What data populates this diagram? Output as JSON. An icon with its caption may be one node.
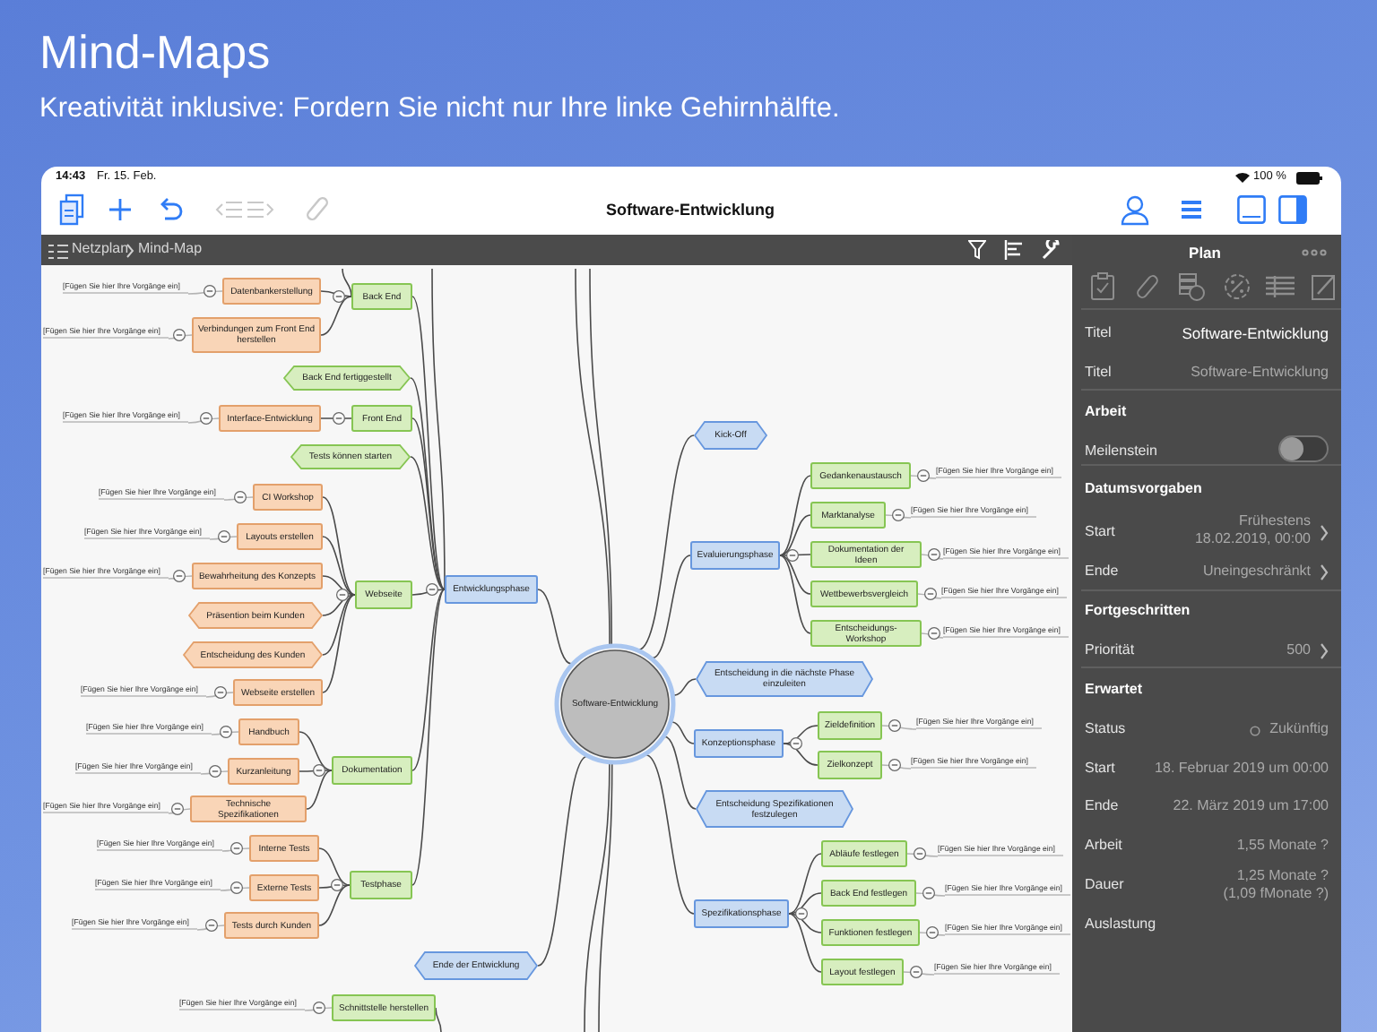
{
  "diagram": {
    "title": "Mind-Maps",
    "nodes": [
      {
        "text": [
          "Software-Entwicklung"
        ]
      },
      {
        "text": [
          "Entwicklungsphase"
        ]
      },
      {
        "text": [
          "Back End"
        ]
      },
      {
        "text": [
          "Datenbankerstellung"
        ]
      },
      {
        "text": [
          "[Fügen Sie hier Ihre Vorgänge ein]"
        ]
      },
      {
        "text": [
          "Verbindungen zum Front End herstellen"
        ]
      },
      {
        "text": [
          "[Fügen Sie hier Ihre Vorgänge ein]"
        ]
      },
      {
        "text": [
          "Back End fertiggestellt"
        ]
      },
      {
        "text": [
          "Front End"
        ]
      },
      {
        "text": [
          "Interface-Entwicklung"
        ]
      },
      {
        "text": [
          "[Fügen Sie hier Ihre Vorgänge ein]"
        ]
      },
      {
        "text": [
          "Tests können starten"
        ]
      },
      {
        "text": [
          "Webseite"
        ]
      },
      {
        "text": [
          "CI Workshop"
        ]
      },
      {
        "text": [
          "[Fügen Sie hier Ihre Vorgänge ein]"
        ]
      },
      {
        "text": [
          "Layouts erstellen"
        ]
      },
      {
        "text": [
          "[Fügen Sie hier Ihre Vorgänge ein]"
        ]
      },
      {
        "text": [
          "Bewahrheitung des Konzepts"
        ]
      },
      {
        "text": [
          "[Fügen Sie hier Ihre Vorgänge ein]"
        ]
      },
      {
        "text": [
          "Präsention beim Kunden"
        ]
      },
      {
        "text": [
          "Entscheidung des Kunden"
        ]
      },
      {
        "text": [
          "Webseite erstellen"
        ]
      },
      {
        "text": [
          "[Fügen Sie hier Ihre Vorgänge ein]"
        ]
      },
      {
        "text": [
          "Dokumentation"
        ]
      },
      {
        "text": [
          "Handbuch"
        ]
      },
      {
        "text": [
          "[Fügen Sie hier Ihre Vorgänge ein]"
        ]
      },
      {
        "text": [
          "Kurzanleitung"
        ]
      },
      {
        "text": [
          "[Fügen Sie hier Ihre Vorgänge ein]"
        ]
      },
      {
        "text": [
          "Technische Spezifikationen"
        ]
      },
      {
        "text": [
          "[Fügen Sie hier Ihre Vorgänge ein]"
        ]
      },
      {
        "text": [
          "Testphase"
        ]
      },
      {
        "text": [
          "Interne Tests"
        ]
      },
      {
        "text": [
          "[Fügen Sie hier Ihre Vorgänge ein]"
        ]
      },
      {
        "text": [
          "Externe Tests"
        ]
      },
      {
        "text": [
          "[Fügen Sie hier Ihre Vorgänge ein]"
        ]
      },
      {
        "text": [
          "Tests durch Kunden"
        ]
      },
      {
        "text": [
          "[Fügen Sie hier Ihre Vorgänge ein]"
        ]
      },
      {
        "text": [
          "Ende der Entwicklung"
        ]
      },
      {
        "text": [
          "Schnittstelle herstellen"
        ]
      },
      {
        "text": [
          "[Fügen Sie hier Ihre Vorgänge ein]"
        ]
      },
      {
        "text": [
          "Kick-Off"
        ]
      },
      {
        "text": [
          "Evaluierungsphase"
        ]
      },
      {
        "text": [
          "Gedankenaustausch"
        ]
      },
      {
        "text": [
          "[Fügen Sie hier Ihre Vorgänge ein]"
        ]
      },
      {
        "text": [
          "Marktanalyse"
        ]
      },
      {
        "text": [
          "[Fügen Sie hier Ihre Vorgänge ein]"
        ]
      },
      {
        "text": [
          "Dokumentation der Ideen"
        ]
      },
      {
        "text": [
          "[Fügen Sie hier Ihre Vorgänge ein]"
        ]
      },
      {
        "text": [
          "Wettbewerbsvergleich"
        ]
      },
      {
        "text": [
          "[Fügen Sie hier Ihre Vorgänge ein]"
        ]
      },
      {
        "text": [
          "Entscheidungs-Workshop"
        ]
      },
      {
        "text": [
          "[Fügen Sie hier Ihre Vorgänge ein]"
        ]
      },
      {
        "text": [
          "Entscheidung in die nächste Phase einzuleiten"
        ]
      },
      {
        "text": [
          "Konzeptionsphase"
        ]
      },
      {
        "text": [
          "Zieldefinition"
        ]
      },
      {
        "text": [
          "[Fügen Sie hier Ihre Vorgänge ein]"
        ]
      },
      {
        "text": [
          "Zielkonzept"
        ]
      },
      {
        "text": [
          "[Fügen Sie hier Ihre Vorgänge ein]"
        ]
      },
      {
        "text": [
          "Entscheidung Spezifikationen festzulegen"
        ]
      },
      {
        "text": [
          "Spezifikationsphase"
        ]
      },
      {
        "text": [
          "Abläufe festlegen"
        ]
      },
      {
        "text": [
          "[Fügen Sie hier Ihre Vorgänge ein]"
        ]
      },
      {
        "text": [
          "Back End festlegen"
        ]
      },
      {
        "text": [
          "[Fügen Sie hier Ihre Vorgänge ein]"
        ]
      },
      {
        "text": [
          "Funktionen festlegen"
        ]
      },
      {
        "text": [
          "[Fügen Sie hier Ihre Vorgänge ein]"
        ]
      },
      {
        "text": [
          "Layout festlegen"
        ]
      },
      {
        "text": [
          "[Fügen Sie hier Ihre Vorgänge ein]"
        ]
      }
    ],
    "edges": [
      {
        "from": 0,
        "to": 1,
        "arrow": "none"
      },
      {
        "from": 0,
        "to": 37,
        "arrow": "none"
      },
      {
        "from": 0,
        "to": 40,
        "arrow": "none"
      },
      {
        "from": 0,
        "to": 41,
        "arrow": "none"
      },
      {
        "from": 0,
        "to": 52,
        "arrow": "none"
      },
      {
        "from": 0,
        "to": 53,
        "arrow": "none"
      },
      {
        "from": 0,
        "to": 58,
        "arrow": "none"
      },
      {
        "from": 0,
        "to": 59,
        "arrow": "none"
      },
      {
        "from": 0,
        "to": null,
        "arrow": "none"
      },
      {
        "from": 0,
        "to": null,
        "arrow": "none"
      },
      {
        "from": 0,
        "to": null,
        "arrow": "none"
      },
      {
        "from": 0,
        "to": null,
        "arrow": "none"
      },
      {
        "from": 1,
        "to": 2,
        "arrow": "none"
      },
      {
        "from": 1,
        "to": 7,
        "arrow": "none"
      },
      {
        "from": 1,
        "to": 8,
        "arrow": "none"
      },
      {
        "from": 1,
        "to": 11,
        "arrow": "none"
      },
      {
        "from": 1,
        "to": 12,
        "arrow": "none"
      },
      {
        "from": 1,
        "to": 23,
        "arrow": "none"
      },
      {
        "from": 1,
        "to": 30,
        "arrow": "none"
      },
      {
        "from": 1,
        "to": null,
        "arrow": "none"
      },
      {
        "from": 2,
        "to": 3,
        "arrow": "none"
      },
      {
        "from": 2,
        "to": 5,
        "arrow": "none"
      },
      {
        "from": 3,
        "to": 4,
        "arrow": "none",
        "color": "#b3b3b3"
      },
      {
        "from": 5,
        "to": 6,
        "arrow": "none",
        "color": "#b3b3b3"
      },
      {
        "from": 8,
        "to": 9,
        "arrow": "none"
      },
      {
        "from": 9,
        "to": 10,
        "arrow": "none",
        "color": "#b3b3b3"
      },
      {
        "from": 12,
        "to": 13,
        "arrow": "none"
      },
      {
        "from": 12,
        "to": 15,
        "arrow": "none"
      },
      {
        "from": 12,
        "to": 17,
        "arrow": "none"
      },
      {
        "from": 12,
        "to": 19,
        "arrow": "none"
      },
      {
        "from": 12,
        "to": 20,
        "arrow": "none"
      },
      {
        "from": 12,
        "to": 21,
        "arrow": "none"
      },
      {
        "from": 13,
        "to": 14,
        "arrow": "none",
        "color": "#b3b3b3"
      },
      {
        "from": 15,
        "to": 16,
        "arrow": "none",
        "color": "#b3b3b3"
      },
      {
        "from": 17,
        "to": 18,
        "arrow": "none",
        "color": "#b3b3b3"
      },
      {
        "from": 21,
        "to": 22,
        "arrow": "none",
        "color": "#b3b3b3"
      },
      {
        "from": 23,
        "to": 24,
        "arrow": "none"
      },
      {
        "from": 23,
        "to": 26,
        "arrow": "none"
      },
      {
        "from": 23,
        "to": 28,
        "arrow": "none"
      },
      {
        "from": 24,
        "to": 25,
        "arrow": "none",
        "color": "#b3b3b3"
      },
      {
        "from": 26,
        "to": 27,
        "arrow": "none",
        "color": "#b3b3b3"
      },
      {
        "from": 28,
        "to": 29,
        "arrow": "none",
        "color": "#b3b3b3"
      },
      {
        "from": 30,
        "to": 31,
        "arrow": "none"
      },
      {
        "from": 30,
        "to": 33,
        "arrow": "none"
      },
      {
        "from": 30,
        "to": 35,
        "arrow": "none"
      },
      {
        "from": 31,
        "to": 32,
        "arrow": "none",
        "color": "#b3b3b3"
      },
      {
        "from": 33,
        "to": 34,
        "arrow": "none",
        "color": "#b3b3b3"
      },
      {
        "from": 35,
        "to": 36,
        "arrow": "none",
        "color": "#b3b3b3"
      },
      {
        "from": 38,
        "to": 39,
        "arrow": "none",
        "color": "#b3b3b3"
      },
      {
        "from": 38,
        "to": null,
        "arrow": "none"
      },
      {
        "from": 41,
        "to": 42,
        "arrow": "none"
      },
      {
        "from": 41,
        "to": 44,
        "arrow": "none"
      },
      {
        "from": 41,
        "to": 46,
        "arrow": "none"
      },
      {
        "from": 41,
        "to": 48,
        "arrow": "none"
      },
      {
        "from": 41,
        "to": 50,
        "arrow": "none"
      },
      {
        "from": 42,
        "to": 43,
        "arrow": "none",
        "color": "#b3b3b3"
      },
      {
        "from": 44,
        "to": 45,
        "arrow": "none",
        "color": "#b3b3b3"
      },
      {
        "from": 46,
        "to": 47,
        "arrow": "none",
        "color": "#b3b3b3"
      },
      {
        "from": 48,
        "to": 49,
        "arrow": "none",
        "color": "#b3b3b3"
      },
      {
        "from": 50,
        "to": 51,
        "arrow": "none",
        "color": "#b3b3b3"
      },
      {
        "from": 53,
        "to": 54,
        "arrow": "none"
      },
      {
        "from": 53,
        "to": 56,
        "arrow": "none"
      },
      {
        "from": 54,
        "to": 55,
        "arrow": "none",
        "color": "#b3b3b3"
      },
      {
        "from": 56,
        "to": 57,
        "arrow": "none",
        "color": "#b3b3b3"
      },
      {
        "from": 59,
        "to": 60,
        "arrow": "none"
      },
      {
        "from": 59,
        "to": 62,
        "arrow": "none"
      },
      {
        "from": 59,
        "to": 64,
        "arrow": "none"
      },
      {
        "from": 59,
        "to": 66,
        "arrow": "none"
      },
      {
        "from": 60,
        "to": 61,
        "arrow": "none",
        "color": "#b3b3b3"
      },
      {
        "from": 62,
        "to": 63,
        "arrow": "none",
        "color": "#b3b3b3"
      },
      {
        "from": 64,
        "to": 65,
        "arrow": "none",
        "color": "#b3b3b3"
      },
      {
        "from": 66,
        "to": 67,
        "arrow": "none",
        "color": "#b3b3b3"
      },
      {
        "from": 2,
        "to": null,
        "arrow": "none"
      }
    ],
    "labels": [
      "Kreativität inklusive: Fordern Sie nicht nur Ihre linke Gehirnhälfte.",
      "14:43",
      "Fr. 15. Feb.",
      "100 %",
      "Software-Entwicklung",
      "Netzplan",
      "Mind-Map",
      "Plan",
      "Titel",
      "Software-Entwicklung",
      "Titel",
      "Software-Entwicklung",
      "Arbeit",
      "Meilenstein",
      "Datumsvorgaben",
      "Start",
      "Frühestens 18.02.2019, 00:00",
      "Ende",
      "Uneingeschränkt",
      "Fortgeschritten",
      "Priorität",
      "500",
      "Erwartet",
      "Status",
      "Zukünftig",
      "Start",
      "18. Februar 2019 um 00:00",
      "Ende",
      "22. März 2019 um 17:00",
      "Arbeit",
      "1,55 Monate ?",
      "Dauer",
      "1,25 Monate ? (1,09 fMonate ?)",
      "Auslastung"
    ]
  }
}
